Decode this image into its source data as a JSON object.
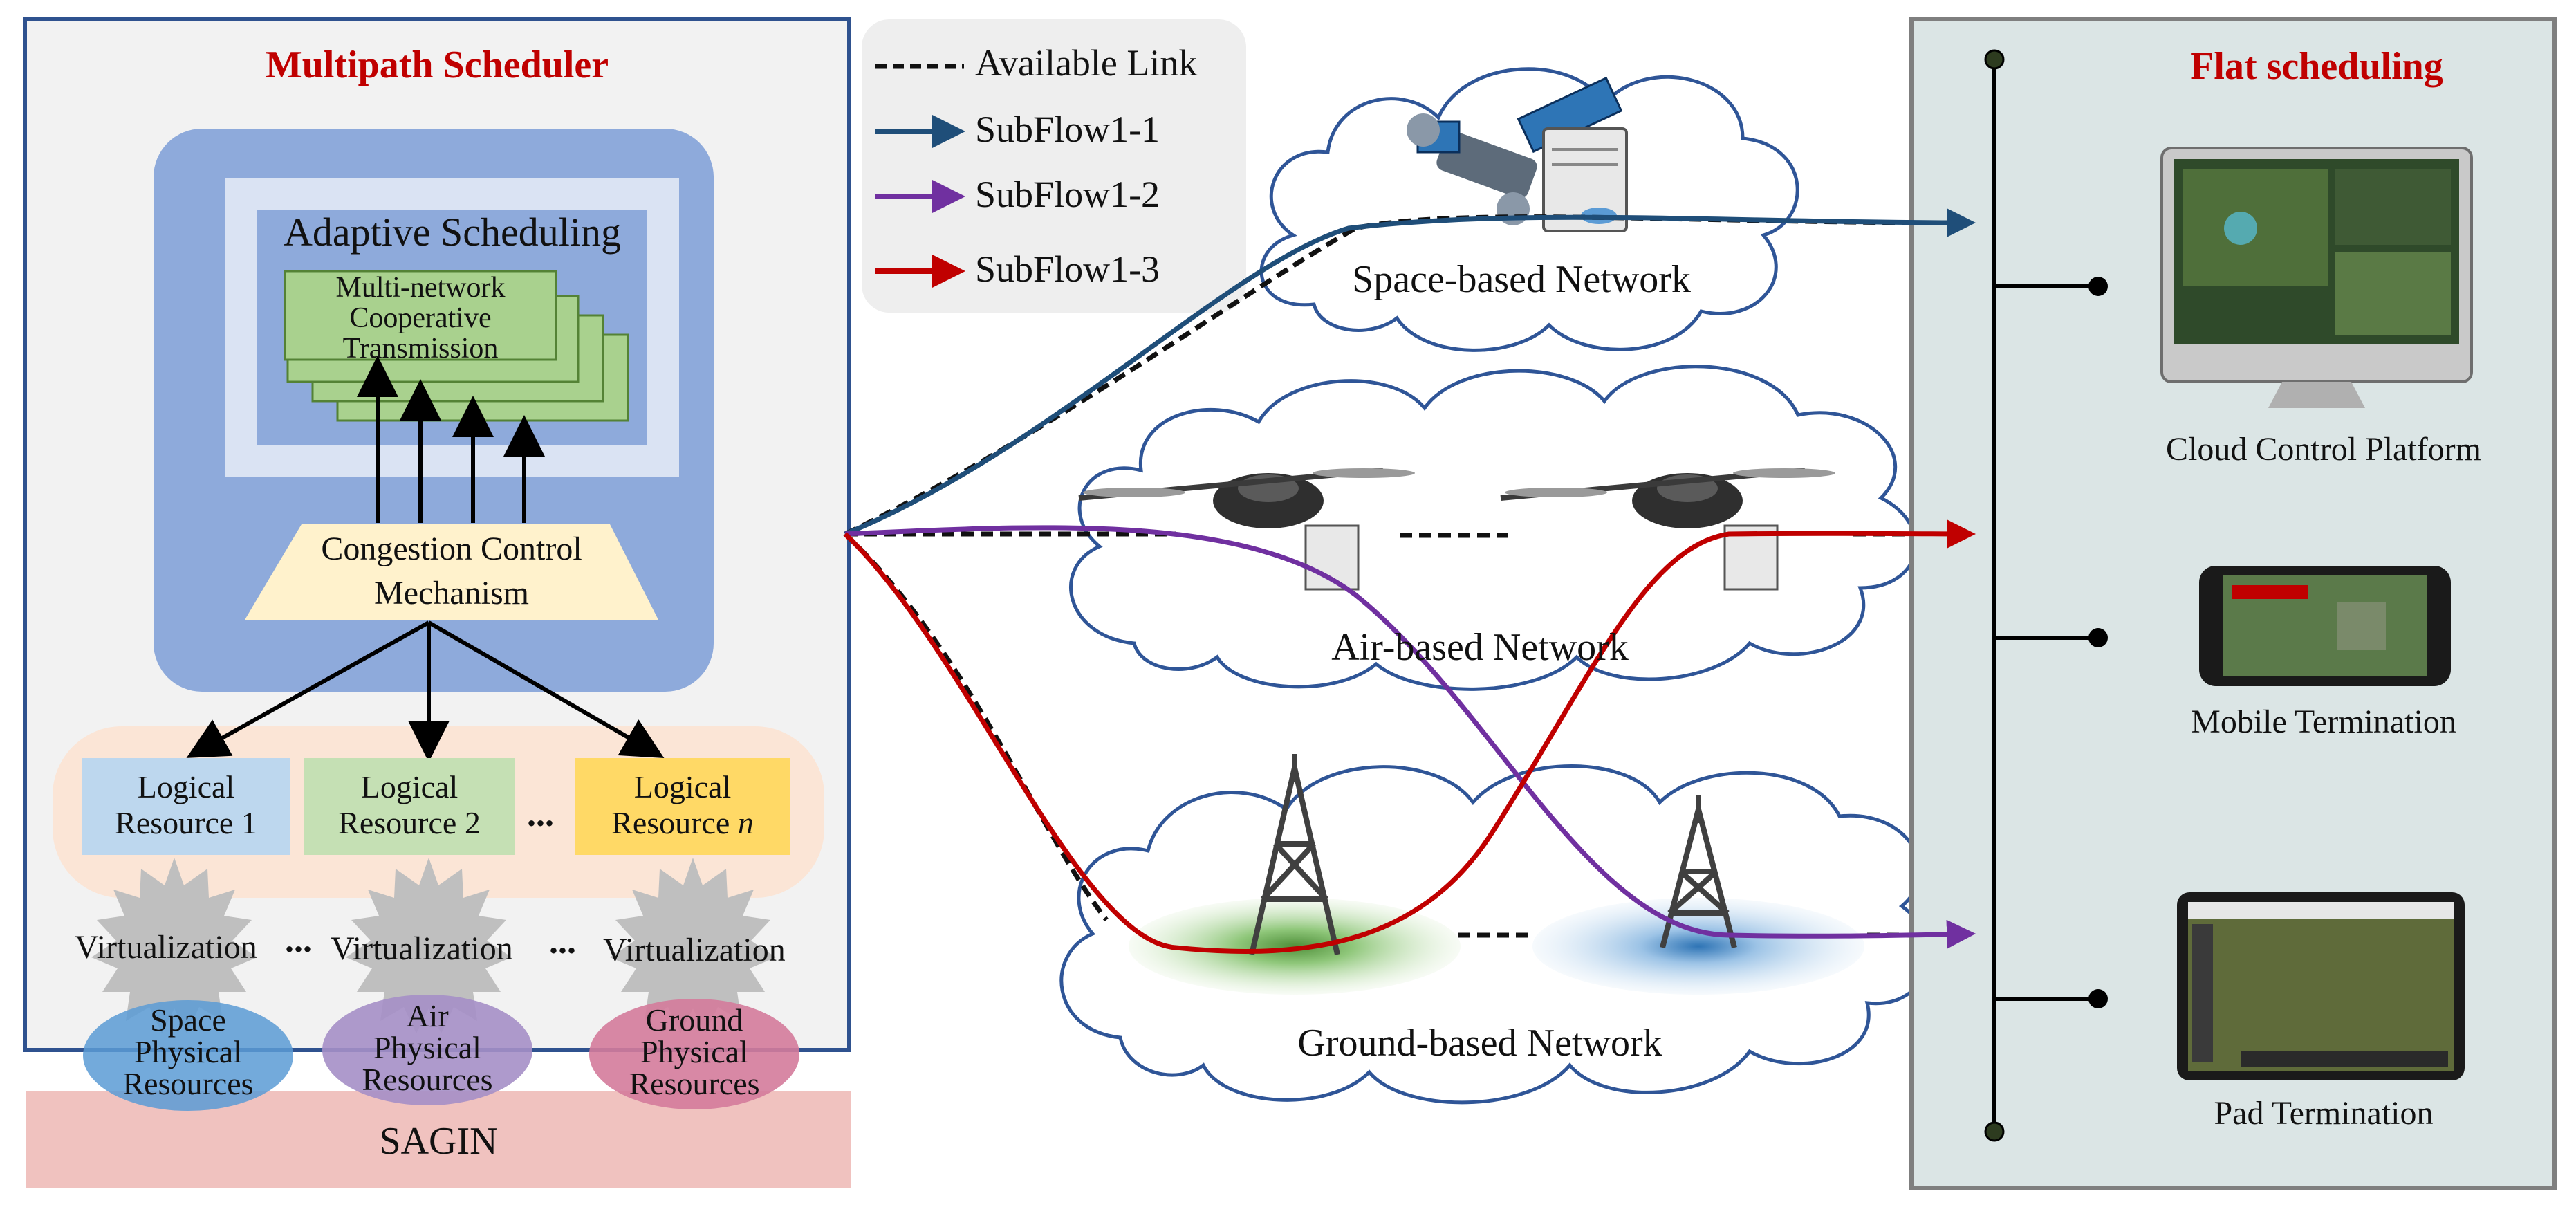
{
  "scheduler": {
    "title": "Multipath Scheduler",
    "adaptive_title": "Adaptive Scheduling",
    "cooperative_line1": "Multi-network",
    "cooperative_line2": "Cooperative",
    "cooperative_line3": "Transmission",
    "congestion_line1": "Congestion Control",
    "congestion_line2": "Mechanism",
    "resources": [
      {
        "prefix": "Logical",
        "name": "Resource 1",
        "suffix": ""
      },
      {
        "prefix": "Logical",
        "name": "Resource 2",
        "suffix": ""
      },
      {
        "prefix": "Logical",
        "name": "Resource",
        "suffix": "n"
      }
    ],
    "ellipsis": "...",
    "virtualization": [
      "Virtualization",
      "Virtualization",
      "Virtualization"
    ],
    "physical": [
      {
        "line1": "Space",
        "line2": "Physical",
        "line3": "Resources"
      },
      {
        "line1": "Air",
        "line2": "Physical",
        "line3": "Resources"
      },
      {
        "line1": "Ground",
        "line2": "Physical",
        "line3": "Resources"
      }
    ],
    "sagin": "SAGIN"
  },
  "legend": {
    "items": [
      {
        "label": "Available Link",
        "color": "#111111",
        "style": "dashed"
      },
      {
        "label": "SubFlow1-1",
        "color": "#1f4e79",
        "style": "arrow"
      },
      {
        "label": "SubFlow1-2",
        "color": "#7030a0",
        "style": "arrow"
      },
      {
        "label": "SubFlow1-3",
        "color": "#c00000",
        "style": "arrow"
      }
    ]
  },
  "networks": {
    "space": "Space-based Network",
    "air": "Air-based Network",
    "ground": "Ground-based Network"
  },
  "flat": {
    "title": "Flat scheduling",
    "devices": [
      "Cloud Control Platform",
      "Mobile Termination",
      "Pad Termination"
    ]
  },
  "colors": {
    "accent_red": "#c00000",
    "subflow1": "#1f4e79",
    "subflow2": "#7030a0",
    "subflow3": "#c00000",
    "scheduler_inner": "#8eaadb",
    "flat_bg": "#dbe5e5"
  },
  "icons": [
    "satellite-icon",
    "server-icon",
    "drone-icon",
    "tower-icon",
    "monitor-icon",
    "phone-icon",
    "tablet-icon"
  ]
}
